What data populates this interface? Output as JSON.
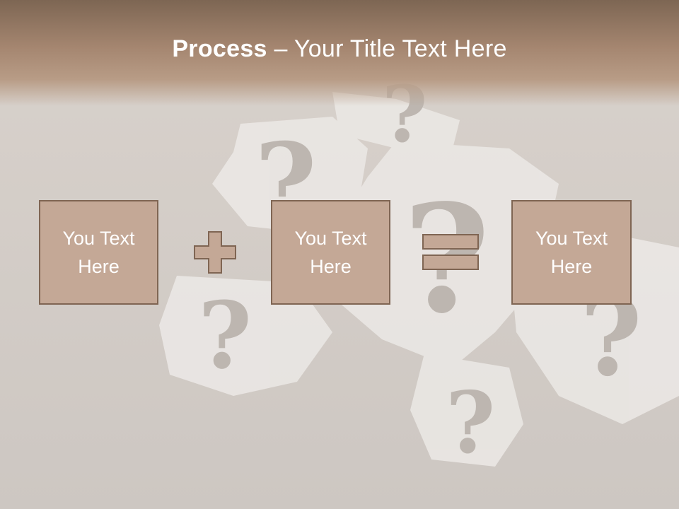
{
  "slide": {
    "title_bold": "Process",
    "title_rest": " – Your Title Text Here",
    "boxes": [
      {
        "text": "You Text Here"
      },
      {
        "text": "You Text Here"
      },
      {
        "text": "You Text Here"
      }
    ],
    "operators": [
      "plus-icon",
      "equals-icon"
    ],
    "colors": {
      "title_bar": "#a58670",
      "box_fill": "#c4a896",
      "box_border": "#7f6553",
      "text": "#ffffff"
    }
  }
}
